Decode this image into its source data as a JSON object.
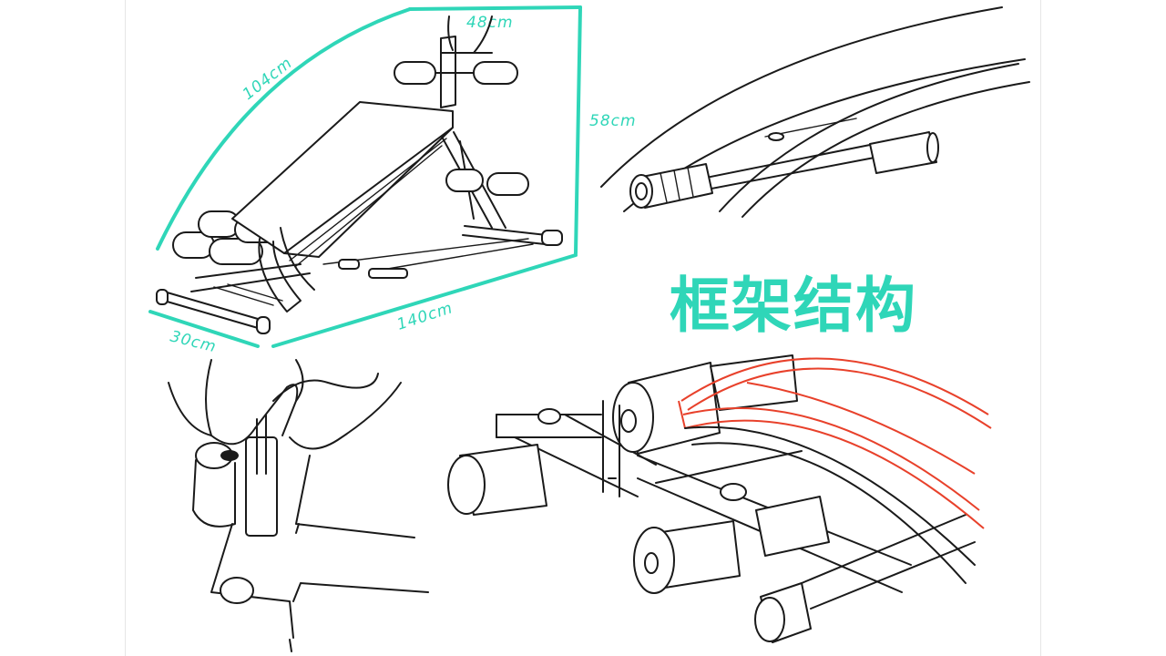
{
  "title": "框架结构",
  "dimensions": {
    "width_top": "48cm",
    "height": "58cm",
    "length_diag": "104cm",
    "length_base": "140cm",
    "width_base": "30cm"
  },
  "colors": {
    "dimension": "#2fd6b8",
    "title": "#2fd6b8",
    "highlight": "#e8412b",
    "ink": "#1a1a1a"
  }
}
